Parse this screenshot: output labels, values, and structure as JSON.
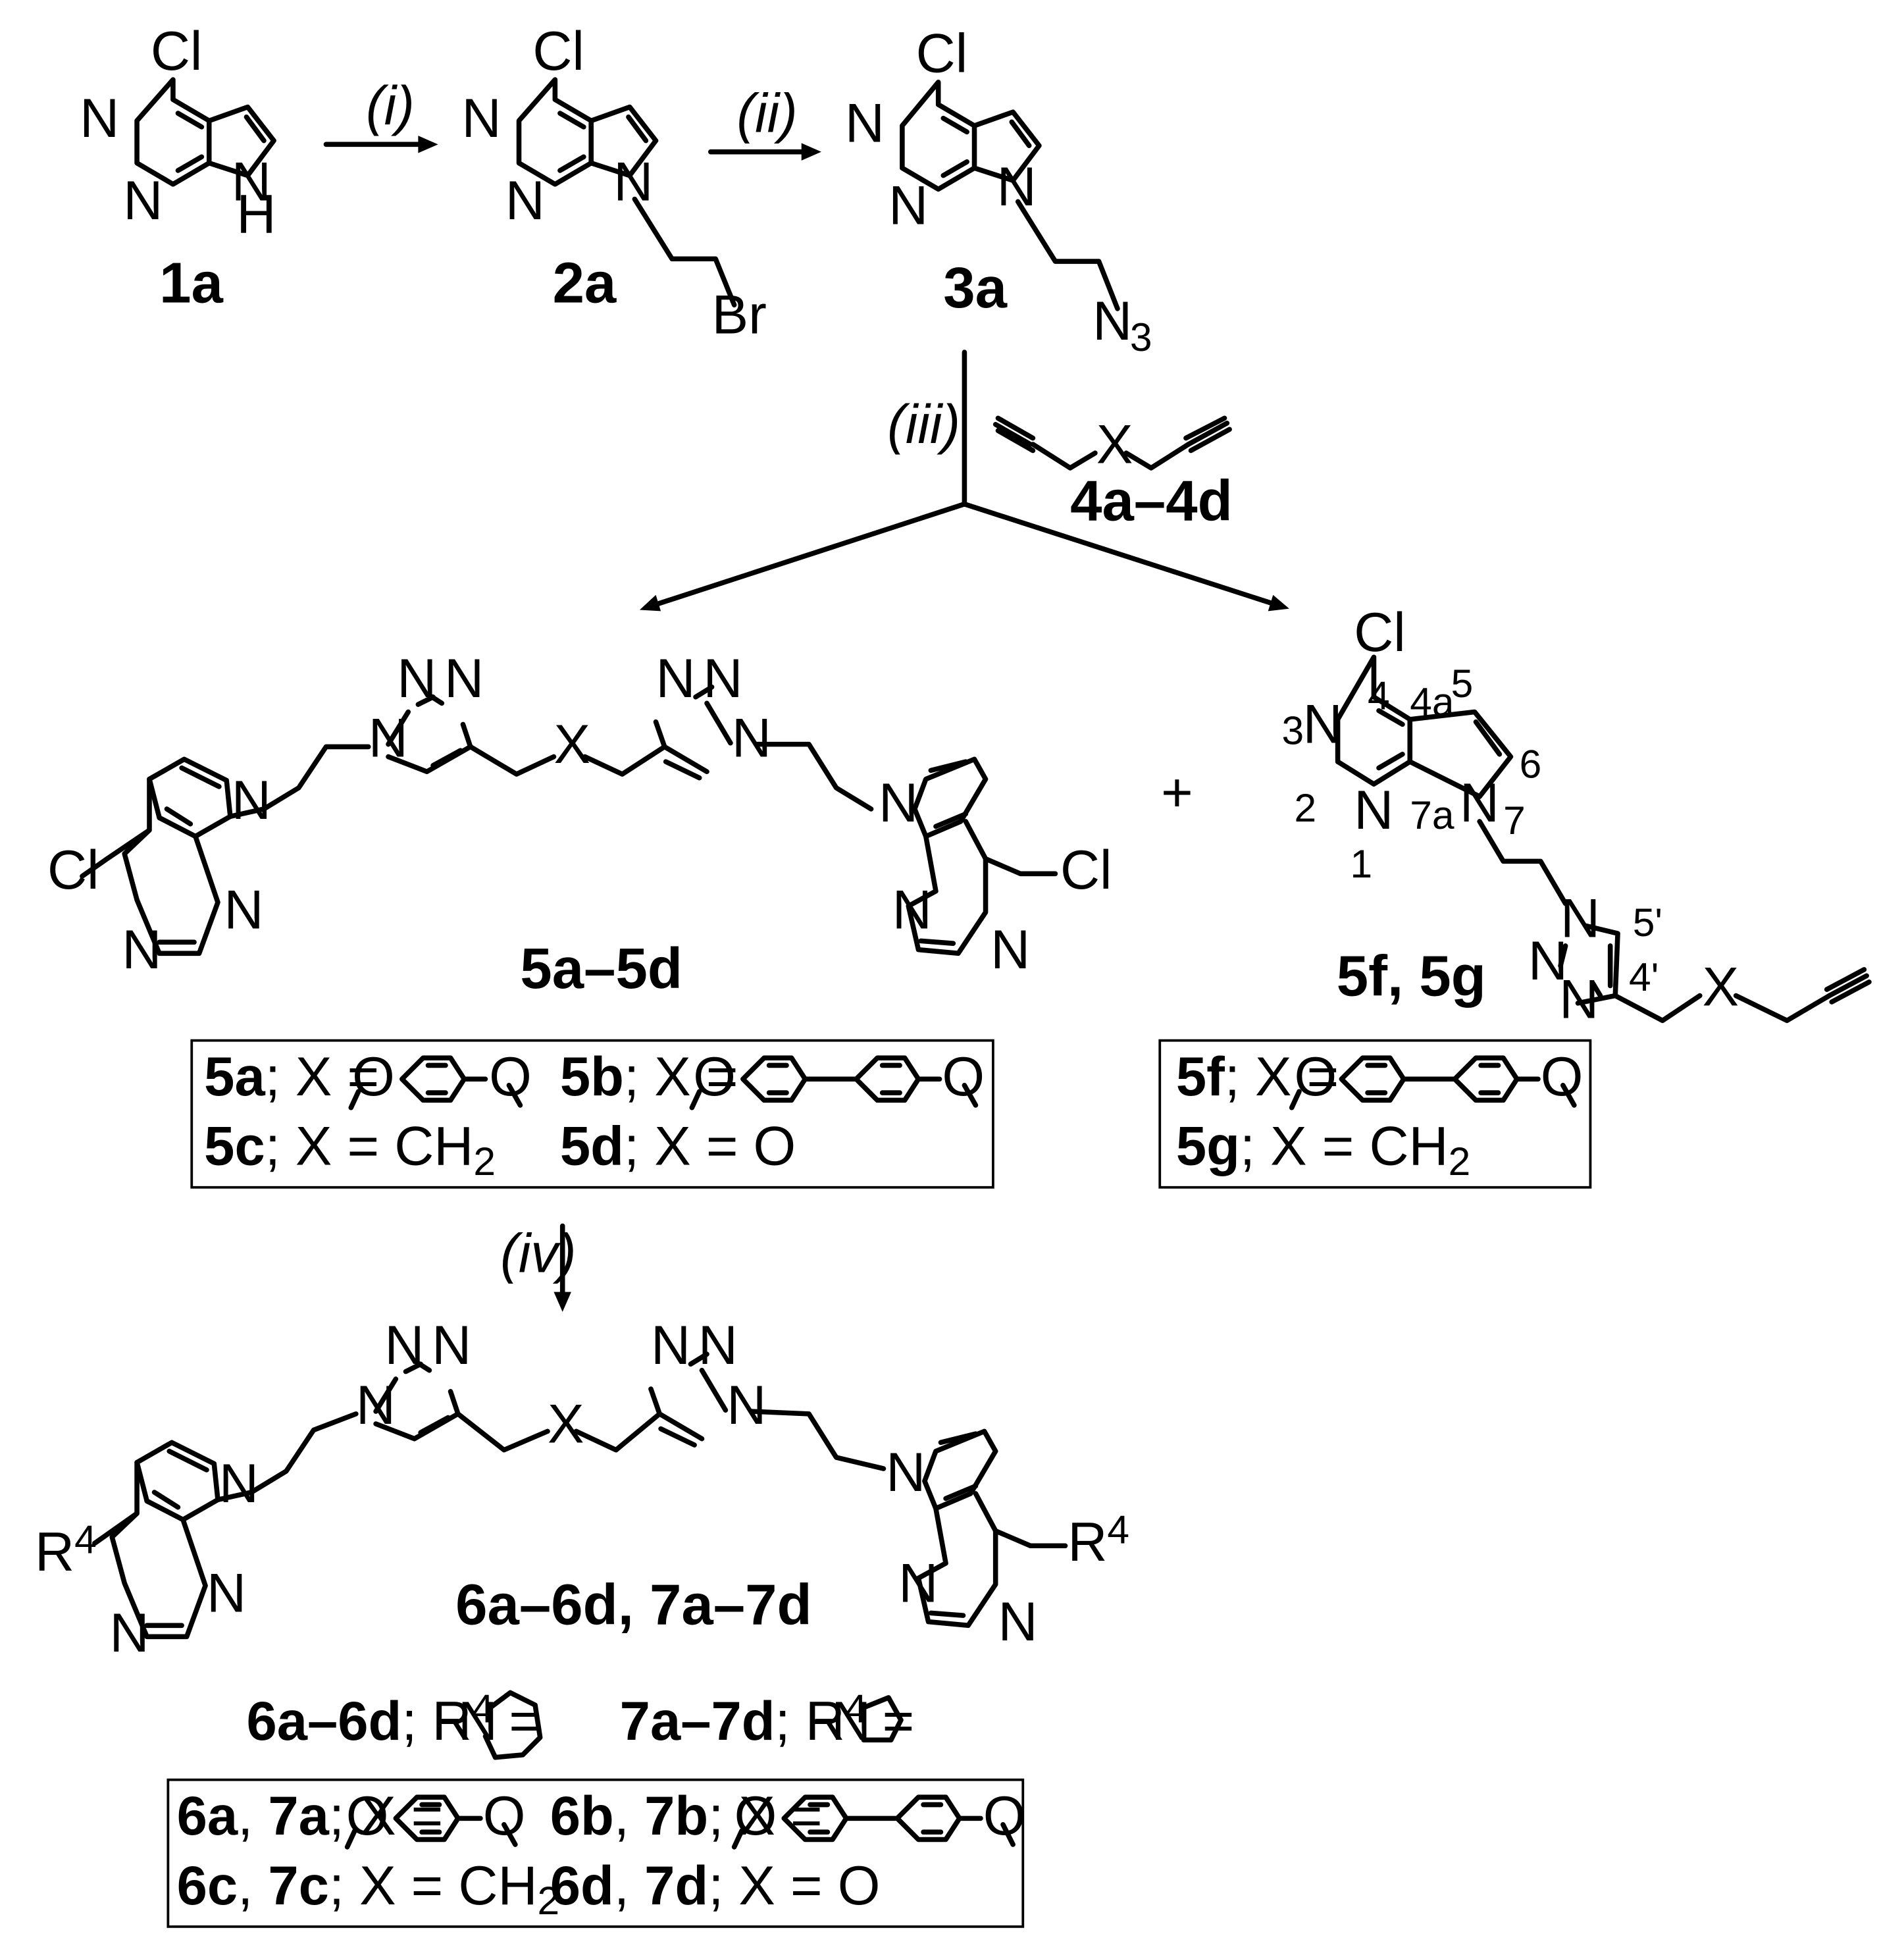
{
  "atoms": {
    "cl": "Cl",
    "n": "N",
    "h": "H",
    "br": "Br",
    "x": "X",
    "o": "O",
    "n3": "N",
    "n3_sub": "3",
    "r4": "R",
    "r4_sup": "4",
    "plus": "+"
  },
  "reagents": {
    "i": "(i)",
    "ii": "(ii)",
    "iii": "(iii)",
    "iv": "(iv)"
  },
  "compounds": {
    "c1a": "1a",
    "c2a": "2a",
    "c3a": "3a",
    "c4": "4a–4d",
    "c5ad": "5a–5d",
    "c5fg": "5f, 5g",
    "c67": "6a–6d, 7a–7d"
  },
  "numbering": [
    "1",
    "2",
    "3",
    "4",
    "4a",
    "5",
    "6",
    "7",
    "7a",
    "4'",
    "5'"
  ],
  "legend_5": {
    "a_id": "5a",
    "a_txt": "; X =",
    "b_id": "5b",
    "b_txt": "; X =",
    "c_id": "5c",
    "c_txt": "; X = CH",
    "c_sub": "2",
    "d_id": "5d",
    "d_txt": "; X = O"
  },
  "legend_5fg": {
    "f_id": "5f",
    "f_txt": "; X =",
    "g_id": "5g",
    "g_txt": "; X = CH",
    "g_sub": "2"
  },
  "r4_defs": {
    "pip_id": "6a–6d",
    "pip_txt": "; R",
    "pyr_id": "7a–7d",
    "pyr_txt": ";  R",
    "sup": "4",
    "eq": " =",
    "n": "N"
  },
  "legend_67": {
    "a_id1": "6a",
    "a_id2": "7a",
    "a_txt": "; X =",
    "b_id1": "6b",
    "b_id2": "7b",
    "b_txt": "; X =",
    "c_id1": "6c",
    "c_id2": "7c",
    "c_txt": "; X = CH",
    "c_sub": "2",
    "d_id1": "6d",
    "d_id2": "7d",
    "d_txt": "; X = O",
    "sep": ", "
  }
}
